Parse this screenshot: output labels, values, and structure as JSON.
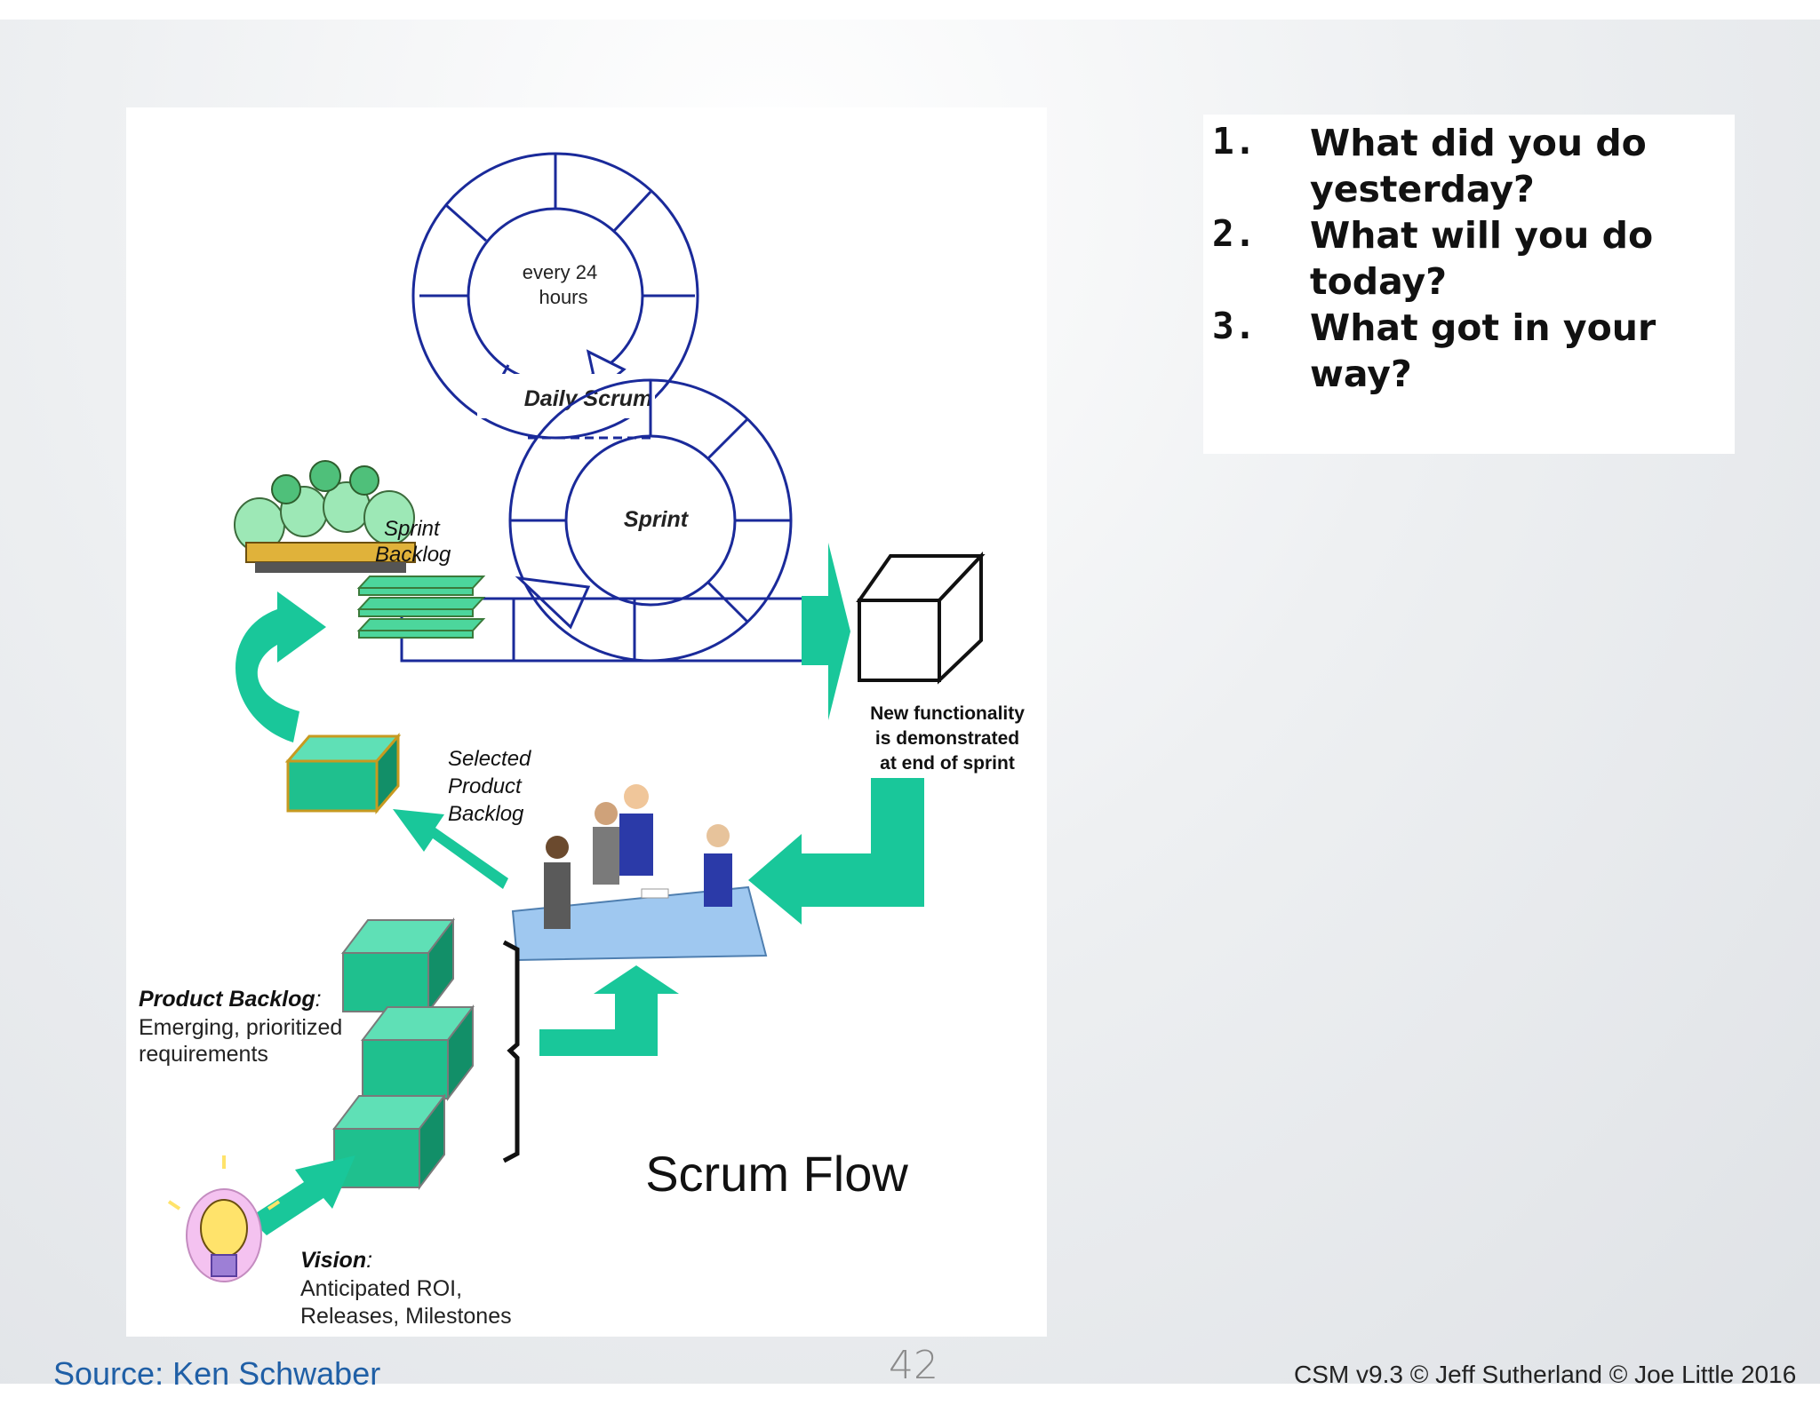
{
  "diagram": {
    "title": "Scrum Flow",
    "daily_cycle_label": "every 24 hours",
    "daily_cycle_label_lines": [
      "every 24",
      "hours"
    ],
    "daily_scrum_label": "Daily Scrum",
    "sprint_label": "Sprint",
    "sprint_backlog_lines": [
      "Sprint",
      "Backlog"
    ],
    "selected_product_backlog_lines": [
      "Selected",
      "Product",
      "Backlog"
    ],
    "new_functionality_lines": [
      "New functionality",
      "is demonstrated",
      "at end of sprint"
    ],
    "product_backlog_title": "Product Backlog",
    "product_backlog_colon": ":",
    "product_backlog_desc_lines": [
      "Emerging, prioritized",
      "requirements"
    ],
    "vision_title": "Vision",
    "vision_colon": ":",
    "vision_desc_lines": [
      "Anticipated ROI,",
      "Releases, Milestones"
    ],
    "colors": {
      "cycle_stroke": "#1a2a9a",
      "arrow_fill": "#19c79a",
      "block_fill": "#1fc08e",
      "block_side": "#128f68",
      "block_top": "#5fe0b6"
    }
  },
  "questions": [
    {
      "number": "1.",
      "text": "What did you do yesterday?"
    },
    {
      "number": "2.",
      "text": "What will you do today?"
    },
    {
      "number": "3.",
      "text": "What got in your way?"
    }
  ],
  "footer": {
    "source": "Source: Ken Schwaber",
    "page_number": "42",
    "copyright": "CSM v9.3 © Jeff Sutherland © Joe Little 2016"
  }
}
